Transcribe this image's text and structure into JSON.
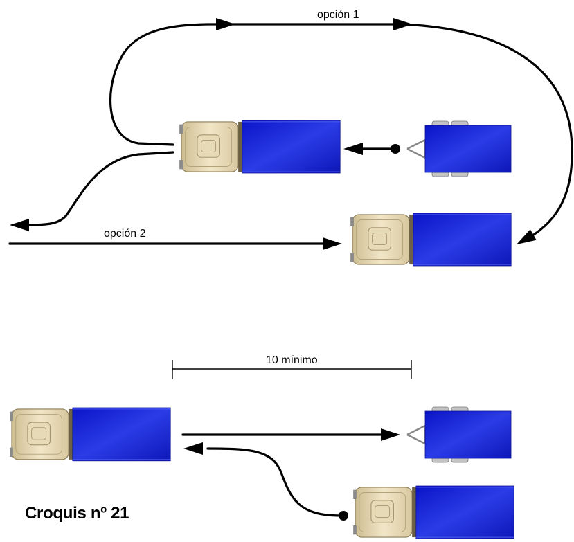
{
  "labels": {
    "option1": "opción 1",
    "option2": "opción 2",
    "distance": "10 mínimo",
    "caption": "Croquis nº 21"
  },
  "colors": {
    "cargo_blue": "#1f2fd6",
    "cab_beige": "#e9dcb8",
    "line": "#000000"
  },
  "icons": {
    "truck": "truck-topview-icon",
    "trailer": "trailer-topview-icon",
    "arrow": "arrow-head-icon"
  }
}
